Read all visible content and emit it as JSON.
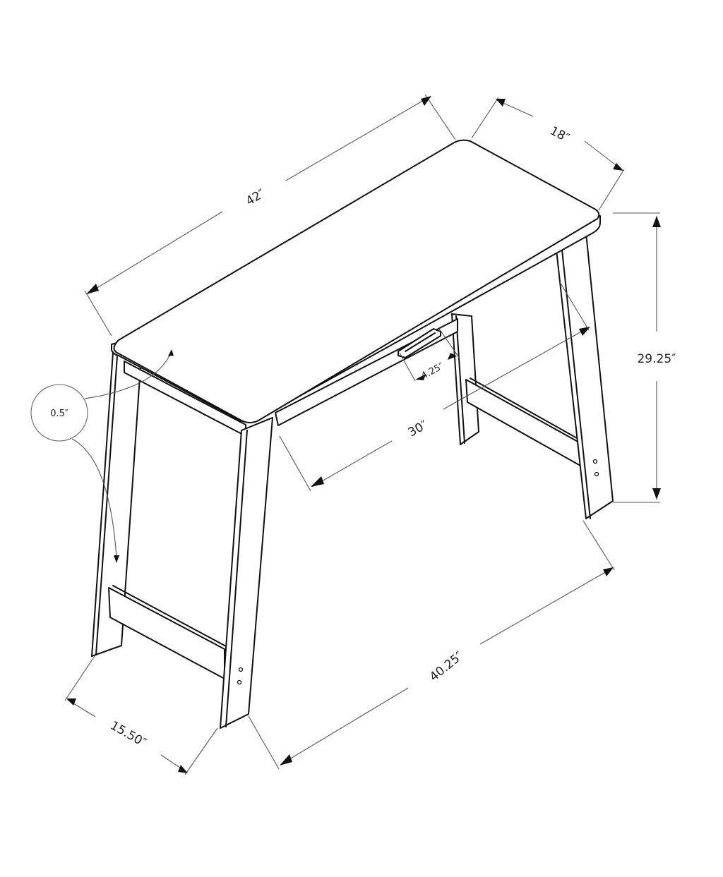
{
  "diagram": {
    "title": "",
    "subject": "desk-with-drawer",
    "colors": {
      "line": "#111111",
      "dimension_line": "#555555",
      "background": "#ffffff"
    },
    "dimensions": {
      "width_top": "42″",
      "depth_top": "18″",
      "height": "29.25″",
      "top_thickness": "0.5″",
      "handle_length": "4.25″",
      "drawer_width": "30″",
      "base_width": "40.25″",
      "base_depth": "15.50″"
    }
  }
}
